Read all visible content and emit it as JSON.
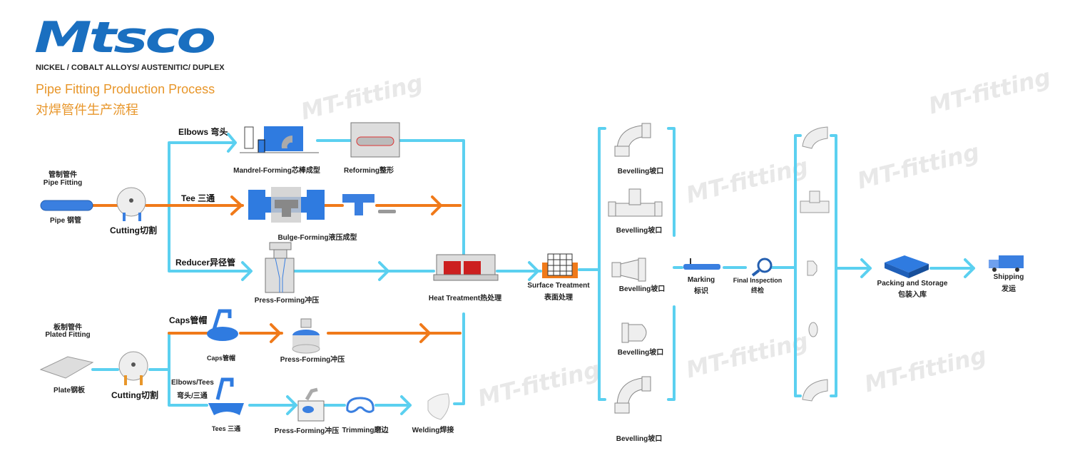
{
  "logo": {
    "text": "Mtsco",
    "tagline": "NICKEL / COBALT ALLOYS/ AUSTENITIC/ DUPLEX",
    "color": "#1a6fc0"
  },
  "title": {
    "en": "Pipe Fitting Production Process",
    "zh": "对焊管件生产流程",
    "color": "#e8962a"
  },
  "watermark": "MT-fitting",
  "colors": {
    "flow_blue": "#5bd0f0",
    "flow_orange": "#f07a1a",
    "machine_blue": "#2f7be0"
  },
  "pipe_branch": {
    "group_zh": "管制管件",
    "group_en": "Pipe Fitting",
    "material": "Pipe 钢管",
    "cutting": "Cutting切割",
    "elbows": {
      "label": "Elbows 弯头",
      "step1": "Mandrel-Forming芯棒成型",
      "step2": "Reforming整形"
    },
    "tee": {
      "label": "Tee 三通",
      "step1": "Bulge-Forming液压成型"
    },
    "reducer": {
      "label": "Reducer异径管",
      "step1": "Press-Forming冲压"
    }
  },
  "plate_branch": {
    "group_zh": "板制管件",
    "group_en": "Plated Fitting",
    "material": "Plate钢板",
    "cutting": "Cutting切割",
    "caps": {
      "label": "Caps管帽",
      "icon_label": "Caps管帽",
      "step1": "Press-Forming冲压"
    },
    "elbows_tees": {
      "label1": "Elbows/Tees",
      "label2": "弯头/三通",
      "icon_label": "Tees 三通",
      "step1": "Press-Forming冲压",
      "step2": "Trimming磨边",
      "step3": "Welding焊接"
    }
  },
  "common": {
    "heat": "Heat Treatment热处理",
    "surface_en": "Surface Treatment",
    "surface_zh": "表面处理",
    "bevelling": [
      "Bevelling坡口",
      "Bevelling坡口",
      "Bevelling坡口",
      "Bevelling坡口",
      "Bevelling坡口"
    ],
    "marking_en": "Marking",
    "marking_zh": "标识",
    "inspection_en": "Final Inspection",
    "inspection_zh": "终检",
    "packing_en": "Packing and Storage",
    "packing_zh": "包装入库",
    "shipping_en": "Shipping",
    "shipping_zh": "发运"
  }
}
